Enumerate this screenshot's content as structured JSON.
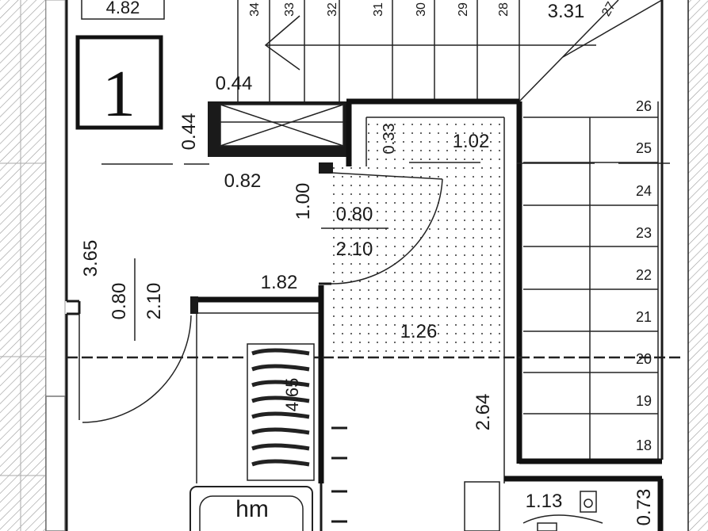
{
  "room_number": "1",
  "top_left_value": "4.82",
  "stair_label": "3.31",
  "upper_stair_steps": [
    "34",
    "33",
    "32",
    "31",
    "30",
    "29",
    "28",
    "27"
  ],
  "right_stair_steps": [
    "26",
    "25",
    "24",
    "23",
    "22",
    "21",
    "20",
    "19",
    "18"
  ],
  "dimensions": {
    "shaft_width": "0.44",
    "shaft_height": "0.44",
    "shaft_offset": "0.82",
    "landing_width": "1.02",
    "landing_gap": "0.33",
    "landing_depth": "1.00",
    "door_upper_width": "0.80",
    "door_upper_height": "2.10",
    "corridor_length": "1.82",
    "room_length": "3.65",
    "door_left_width": "0.80",
    "door_left_height": "2.10",
    "hall_width": "1.26",
    "hall_depth": "2.64",
    "radiator_value": "4.65",
    "bottom_right_width": "1.13",
    "bottom_right_depth": "0.73",
    "hm_label": "hm"
  },
  "colors": {
    "line": "#1a1a1a",
    "hatch": "#9a9a9a",
    "background": "#ffffff"
  }
}
